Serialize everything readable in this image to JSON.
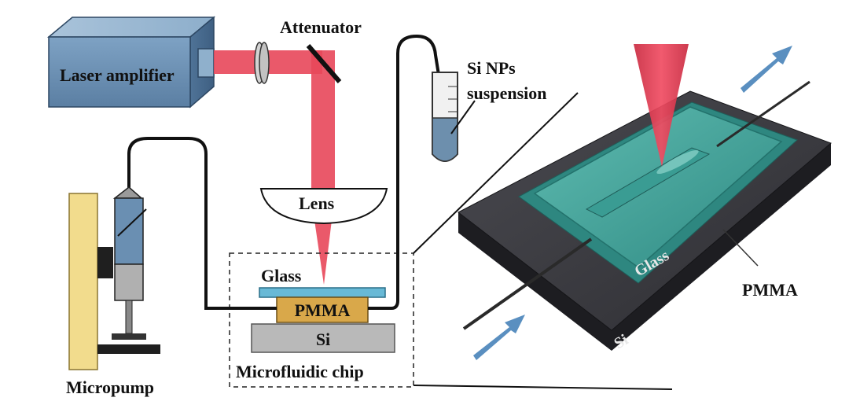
{
  "labels": {
    "laser": "Laser amplifier",
    "attenuator": "Attenuator",
    "lens": "Lens",
    "suspension_line1": "Si NPs",
    "suspension_line2": "suspension",
    "glass": "Glass",
    "pmma": "PMMA",
    "si": "Si",
    "chip": "Microfluidic chip",
    "micropump": "Micropump",
    "glass_3d": "Glass",
    "pmma_3d": "PMMA",
    "si_3d": "Si"
  },
  "colors": {
    "laser_body": "#6a8fb2",
    "laser_beam": "#e8475a",
    "glass": "#68b9d6",
    "pmma": "#d9a84a",
    "si": "#b9b9b9",
    "pump_plate": "#f2dc8d",
    "chip_glass_3d": "#3c9a92",
    "chip_si_3d": "#3a3a3e",
    "flow_arrow": "#5a8fc0"
  },
  "icons": {
    "flow_in": "arrow-up-right-icon",
    "flow_out": "arrow-up-right-icon",
    "beam": "laser-cone-icon"
  }
}
